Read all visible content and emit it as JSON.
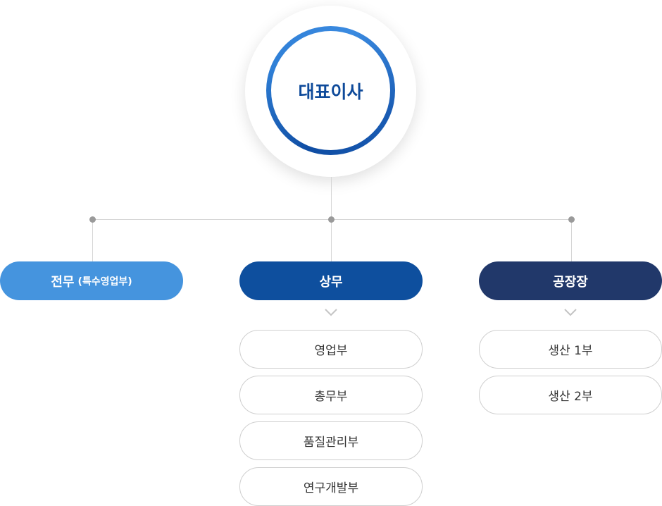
{
  "ceo": {
    "label": "대표이사",
    "ring_color_start": "#0f4da3",
    "ring_color_end": "#3a8ae0"
  },
  "departments": [
    {
      "label": "전무",
      "sublabel": "(특수영업부)",
      "color": "#4594de",
      "units": []
    },
    {
      "label": "상무",
      "sublabel": "",
      "color": "#0e4f9e",
      "units": [
        "영업부",
        "총무부",
        "품질관리부",
        "연구개발부"
      ]
    },
    {
      "label": "공장장",
      "sublabel": "",
      "color": "#21386a",
      "units": [
        "생산 1부",
        "생산 2부"
      ]
    }
  ]
}
